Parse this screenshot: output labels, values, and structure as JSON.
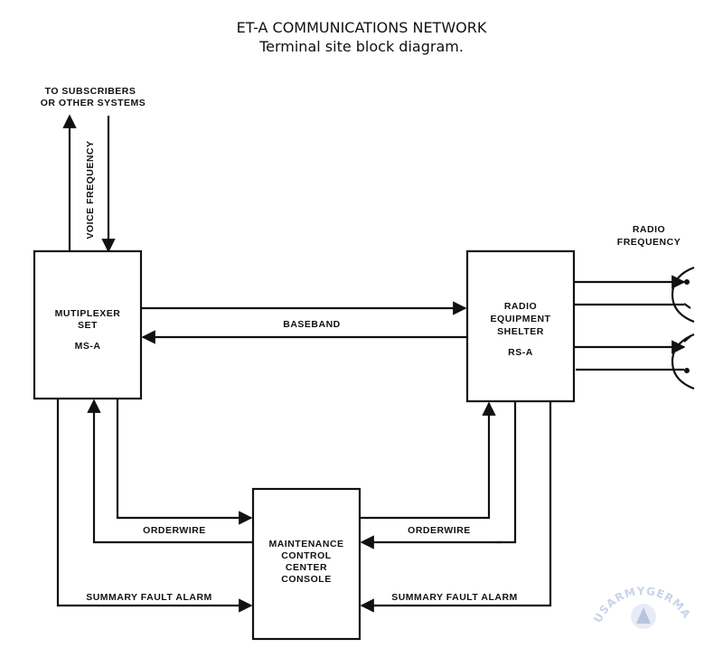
{
  "header": {
    "title": "ET-A COMMUNICATIONS NETWORK",
    "subtitle": "Terminal site block diagram."
  },
  "blocks": {
    "multiplexer": {
      "line1": "MUTIPLEXER",
      "line2": "SET",
      "line3": "MS-A"
    },
    "radio": {
      "line1": "RADIO",
      "line2": "EQUIPMENT",
      "line3": "SHELTER",
      "line4": "RS-A"
    },
    "mcc": {
      "line1": "MAINTENANCE",
      "line2": "CONTROL",
      "line3": "CENTER",
      "line4": "CONSOLE"
    }
  },
  "labels": {
    "subscribers_1": "TO SUBSCRIBERS",
    "subscribers_2": "OR OTHER SYSTEMS",
    "voice_frequency": "VOICE FREQUENCY",
    "radio_frequency_1": "RADIO",
    "radio_frequency_2": "FREQUENCY",
    "baseband": "BASEBAND",
    "orderwire_left": "ORDERWIRE",
    "orderwire_right": "ORDERWIRE",
    "summary_left": "SUMMARY FAULT ALARM",
    "summary_right": "SUMMARY FAULT ALARM"
  },
  "watermark": {
    "text": "USARMYGERMANY.COM"
  },
  "colors": {
    "ink": "#111111",
    "watermark": "#c9d3ea"
  }
}
